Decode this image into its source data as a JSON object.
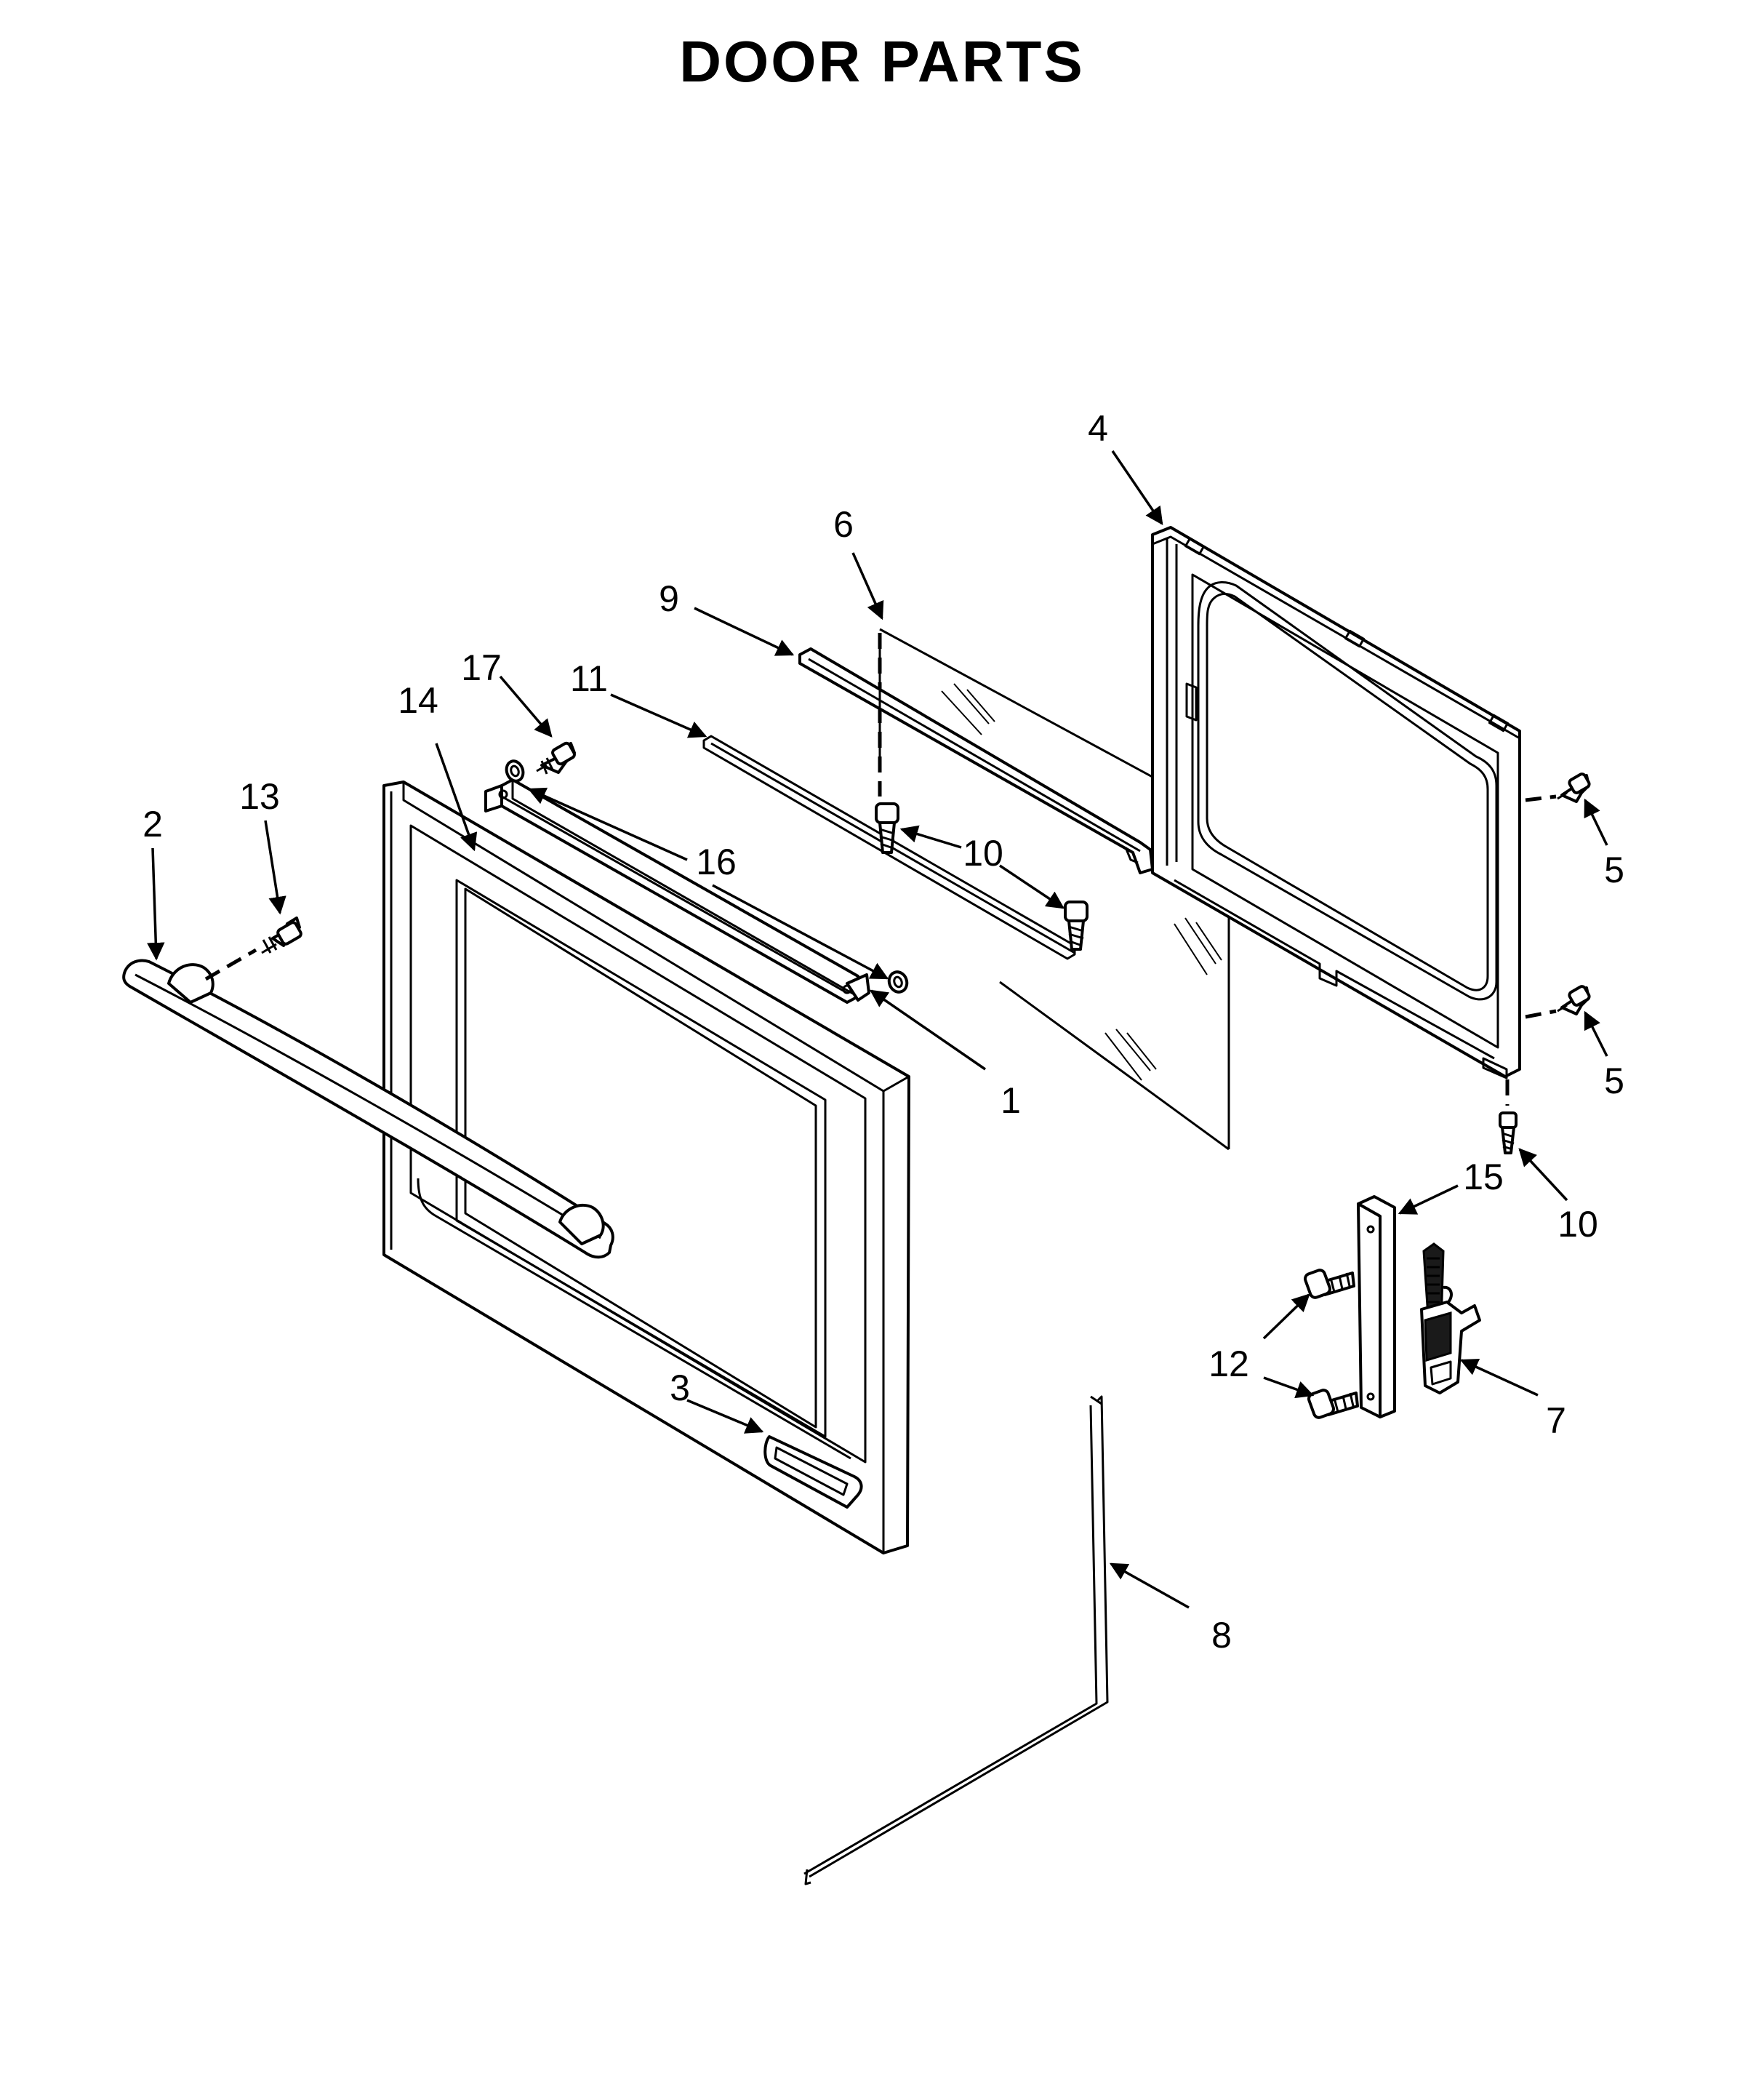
{
  "title": "DOOR PARTS",
  "callouts": {
    "part_1": "1",
    "part_2": "2",
    "part_3": "3",
    "part_4": "4",
    "part_5a": "5",
    "part_5b": "5",
    "part_6": "6",
    "part_7": "7",
    "part_8": "8",
    "part_9": "9",
    "part_10a": "10",
    "part_10b": "10",
    "part_11": "11",
    "part_12": "12",
    "part_13": "13",
    "part_14": "14",
    "part_15": "15",
    "part_16": "16",
    "part_17": "17"
  },
  "colors": {
    "line": "#000000",
    "background": "#ffffff"
  }
}
